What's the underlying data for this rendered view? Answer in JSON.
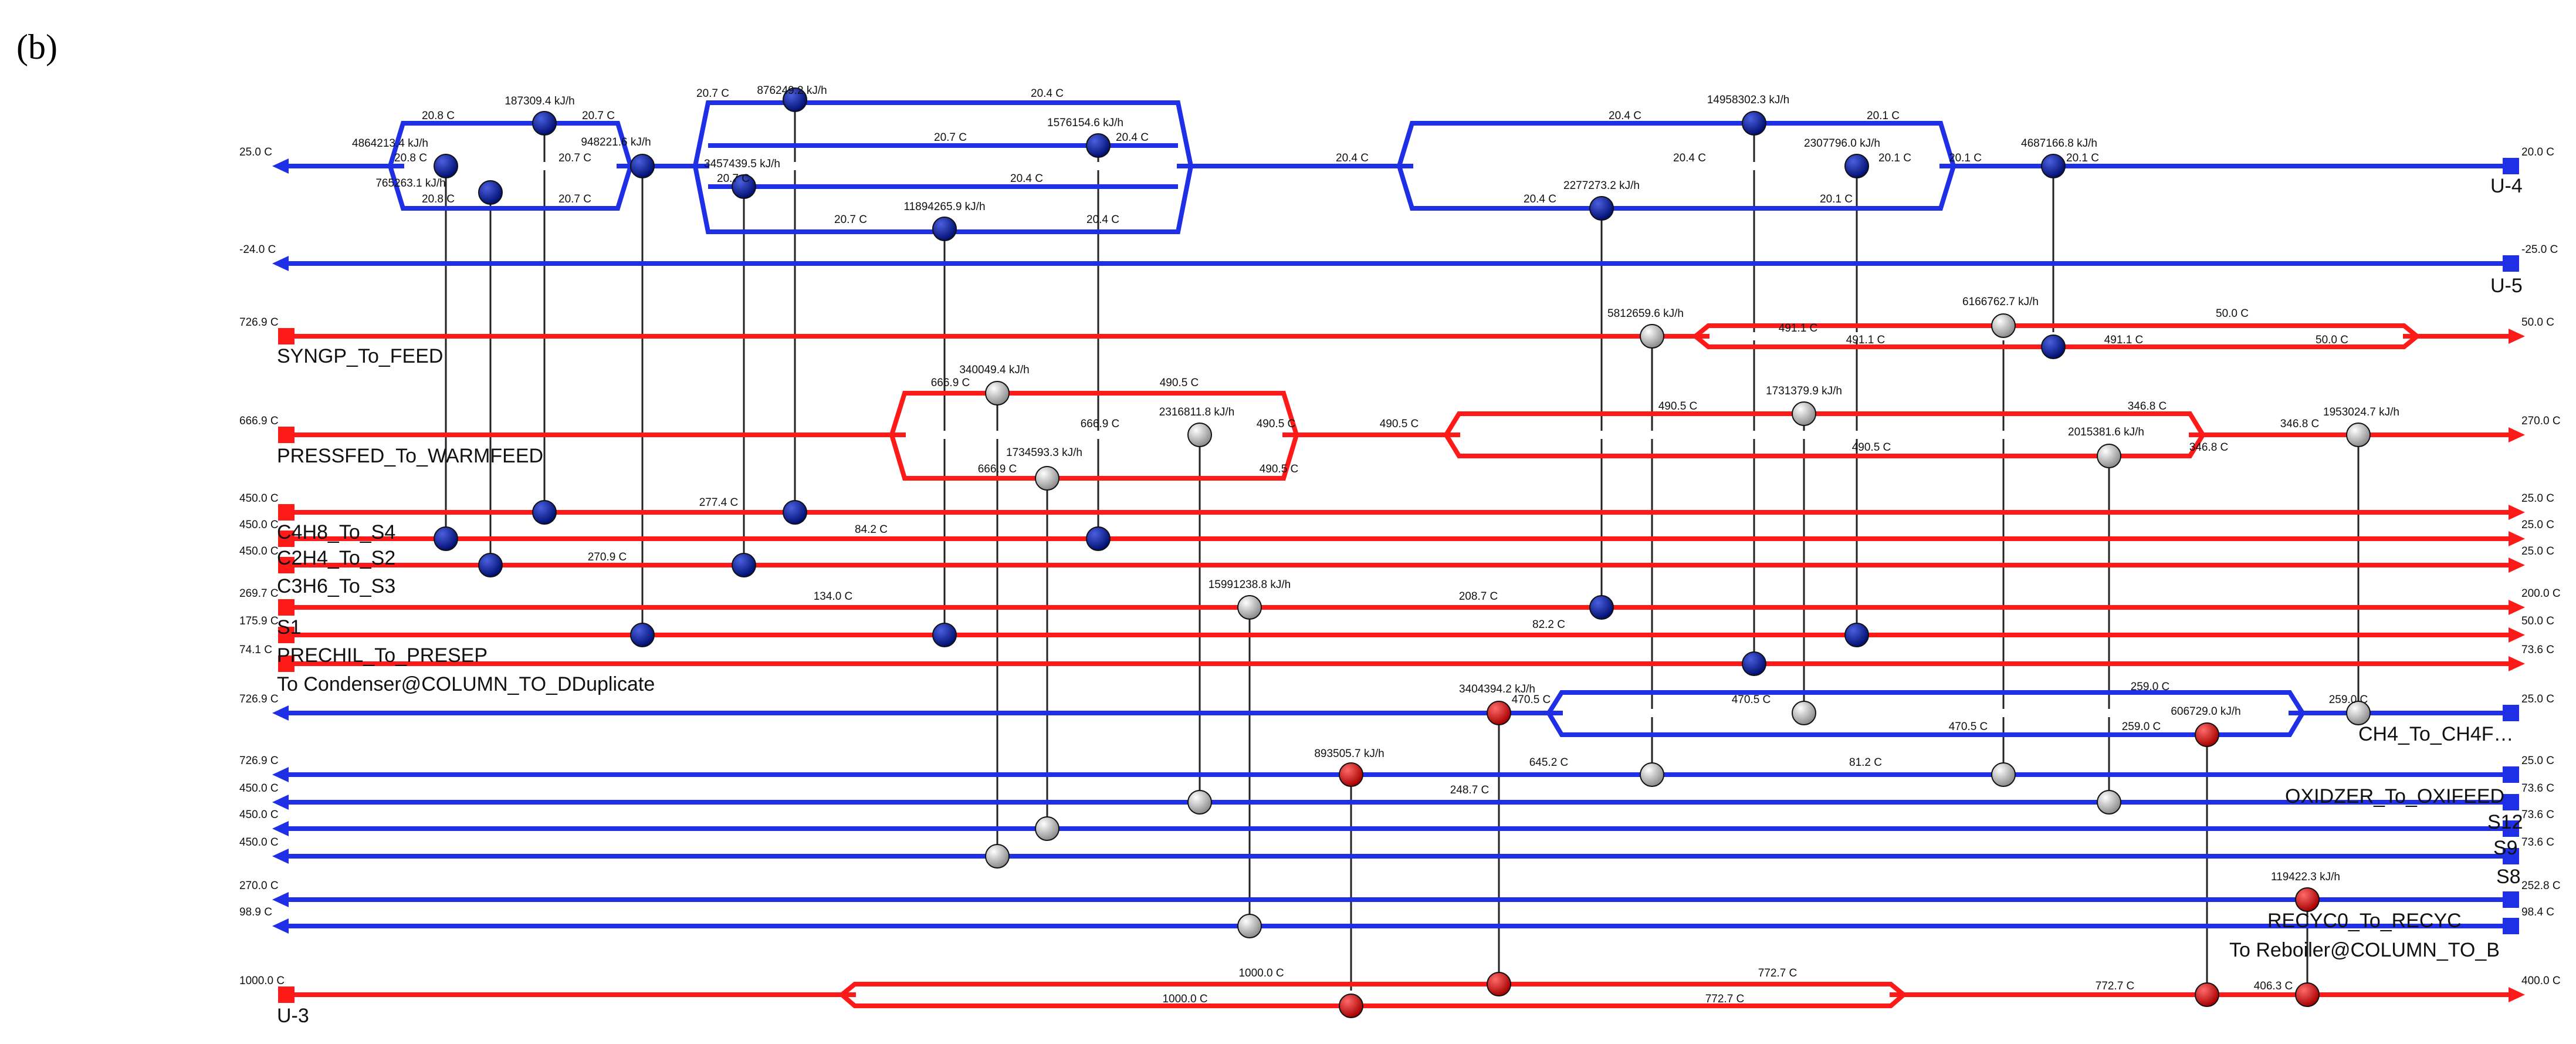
{
  "figure": {
    "panel_label": "(b)",
    "colors": {
      "hot": "#ff1a1a",
      "cold": "#1f2fe6",
      "link": "#222222",
      "node_blue": "#001a99",
      "node_grey": "#bdbdbd",
      "node_red": "#cc0000"
    }
  },
  "streams": [
    {
      "id": "U-4",
      "side": "cold",
      "left_temp": "25.0 C",
      "right_temp": "20.0 C",
      "label": "U-4"
    },
    {
      "id": "U-5",
      "side": "cold",
      "left_temp": "-24.0 C",
      "right_temp": "-25.0 C",
      "label": "U-5"
    },
    {
      "id": "SYNGP",
      "side": "hot",
      "left_temp": "726.9 C",
      "right_temp": "50.0 C",
      "label": "SYNGP_To_FEED"
    },
    {
      "id": "PRESSFED",
      "side": "hot",
      "left_temp": "666.9 C",
      "right_temp": "270.0 C",
      "label": "PRESSFED_To_WARMFEED"
    },
    {
      "id": "C4H8",
      "side": "hot",
      "left_temp": "450.0 C",
      "right_temp": "25.0 C",
      "label": "C4H8_To_S4"
    },
    {
      "id": "C2H4",
      "side": "hot",
      "left_temp": "450.0 C",
      "right_temp": "25.0 C",
      "label": "C2H4_To_S2"
    },
    {
      "id": "C3H6",
      "side": "hot",
      "left_temp": "450.0 C",
      "right_temp": "25.0 C",
      "label": "C3H6_To_S3"
    },
    {
      "id": "S1",
      "side": "hot",
      "left_temp": "269.7 C",
      "right_temp": "200.0 C",
      "label": "S1"
    },
    {
      "id": "PRECHIL",
      "side": "hot",
      "left_temp": "175.9 C",
      "right_temp": "50.0 C",
      "label": "PRECHIL_To_PRESEP"
    },
    {
      "id": "COND",
      "side": "hot",
      "left_temp": "74.1 C",
      "right_temp": "73.6 C",
      "label": "To Condenser@COLUMN_TO_DDuplicate"
    },
    {
      "id": "CH4",
      "side": "cold",
      "left_temp": "726.9 C",
      "right_temp": "25.0 C",
      "label": "CH4_To_CH4F…"
    },
    {
      "id": "OXIDZER",
      "side": "cold",
      "left_temp": "726.9 C",
      "right_temp": "25.0 C",
      "label": "OXIDZER_To_OXIFEED"
    },
    {
      "id": "S12",
      "side": "cold",
      "left_temp": "450.0 C",
      "right_temp": "73.6 C",
      "label": "S12"
    },
    {
      "id": "S9",
      "side": "cold",
      "left_temp": "450.0 C",
      "right_temp": "73.6 C",
      "label": "S9"
    },
    {
      "id": "S8",
      "side": "cold",
      "left_temp": "450.0 C",
      "right_temp": "73.6 C",
      "label": "S8"
    },
    {
      "id": "RECYC0",
      "side": "cold",
      "left_temp": "270.0 C",
      "right_temp": "252.8 C",
      "label": "RECYC0_To_RECYC"
    },
    {
      "id": "REB",
      "side": "cold",
      "left_temp": "98.9 C",
      "right_temp": "98.4 C",
      "label": "To Reboiler@COLUMN_TO_B"
    },
    {
      "id": "U-3",
      "side": "hot",
      "left_temp": "1000.0 C",
      "right_temp": "400.0 C",
      "label": "U-3"
    }
  ],
  "duty_labels": [
    "187309.4 kJ/h",
    "4864213.4 kJ/h",
    "765263.1 kJ/h",
    "948221.6 kJ/h",
    "876249.2 kJ/h",
    "1576154.6 kJ/h",
    "3457439.5 kJ/h",
    "11894265.9 kJ/h",
    "14958302.3 kJ/h",
    "2307796.0 kJ/h",
    "4687166.8 kJ/h",
    "2277273.2 kJ/h",
    "5812659.6 kJ/h",
    "6166762.7 kJ/h",
    "340049.4 kJ/h",
    "2316811.8 kJ/h",
    "1734593.3 kJ/h",
    "1731379.9 kJ/h",
    "1953024.7 kJ/h",
    "2015381.6 kJ/h",
    "15991238.8 kJ/h",
    "3404394.2 kJ/h",
    "606729.0 kJ/h",
    "893505.7 kJ/h",
    "119422.3 kJ/h"
  ],
  "branch_temps": [
    "20.8 C",
    "20.7 C",
    "20.8 C",
    "20.7 C",
    "20.8 C",
    "20.7 C",
    "20.7 C",
    "20.4 C",
    "20.7 C",
    "20.4 C",
    "20.7 C",
    "20.4 C",
    "20.7 C",
    "20.4 C",
    "20.4 C",
    "20.4 C",
    "20.1 C",
    "20.4 C",
    "20.1 C",
    "20.1 C",
    "20.4 C",
    "20.1 C",
    "20.1 C",
    "491.1 C",
    "50.0 C",
    "491.1 C",
    "491.1 C",
    "50.0 C",
    "666.9 C",
    "490.5 C",
    "666.9 C",
    "490.5 C",
    "666.9 C",
    "490.5 C",
    "490.5 C",
    "490.5 C",
    "346.8 C",
    "490.5 C",
    "346.8 C",
    "346.8 C",
    "277.4 C",
    "84.2 C",
    "270.9 C",
    "134.0 C",
    "208.7 C",
    "82.2 C",
    "470.5 C",
    "470.5 C",
    "259.0 C",
    "470.5 C",
    "259.0 C",
    "259.0 C",
    "645.2 C",
    "81.2 C",
    "248.7 C",
    "1000.0 C",
    "1000.0 C",
    "772.7 C",
    "772.7 C",
    "772.7 C",
    "406.3 C"
  ]
}
